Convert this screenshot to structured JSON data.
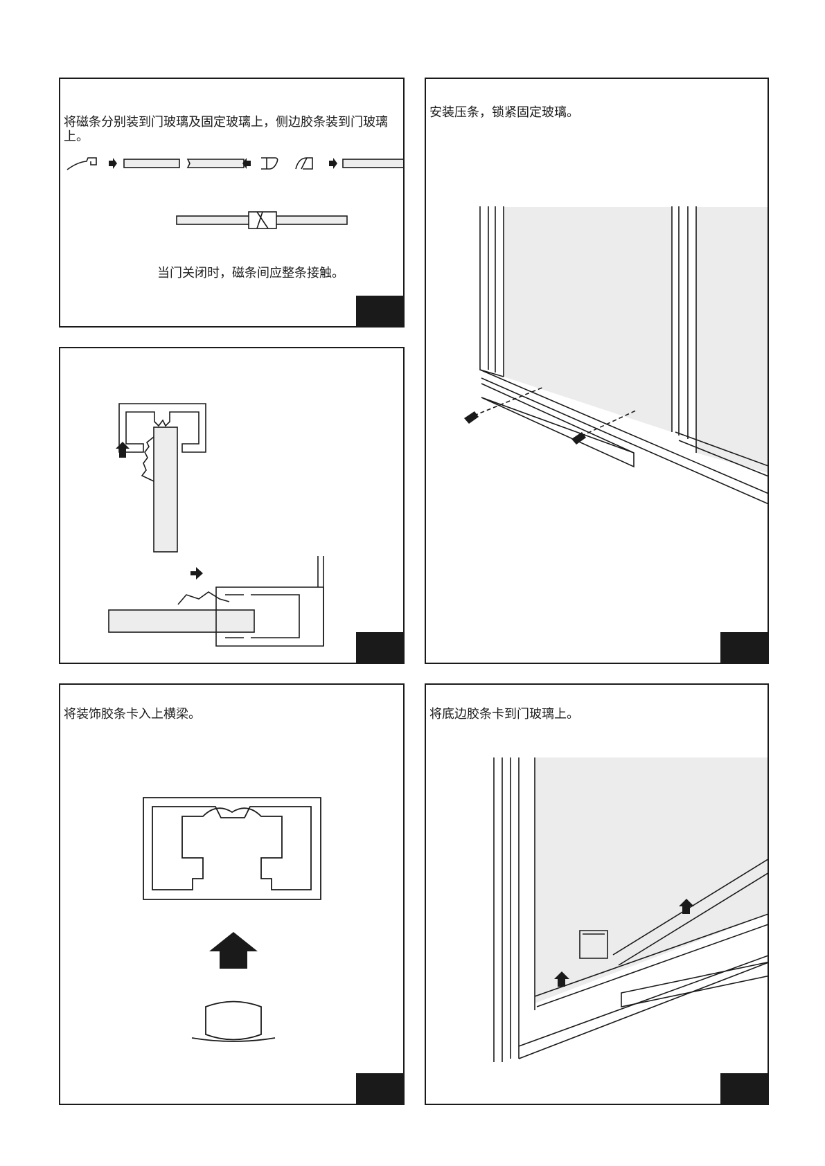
{
  "panels": {
    "p1": {
      "instruction": "将磁条分别装到门玻璃及固定玻璃上，侧边胶条装到门玻璃上。",
      "note": "当门关闭时，磁条间应整条接触。"
    },
    "p2": {},
    "p3": {
      "instruction": "安装压条，锁紧固定玻璃。"
    },
    "p4": {
      "instruction": "将装饰胶条卡入上横梁。"
    },
    "p5": {
      "instruction": "将底边胶条卡到门玻璃上。"
    }
  }
}
